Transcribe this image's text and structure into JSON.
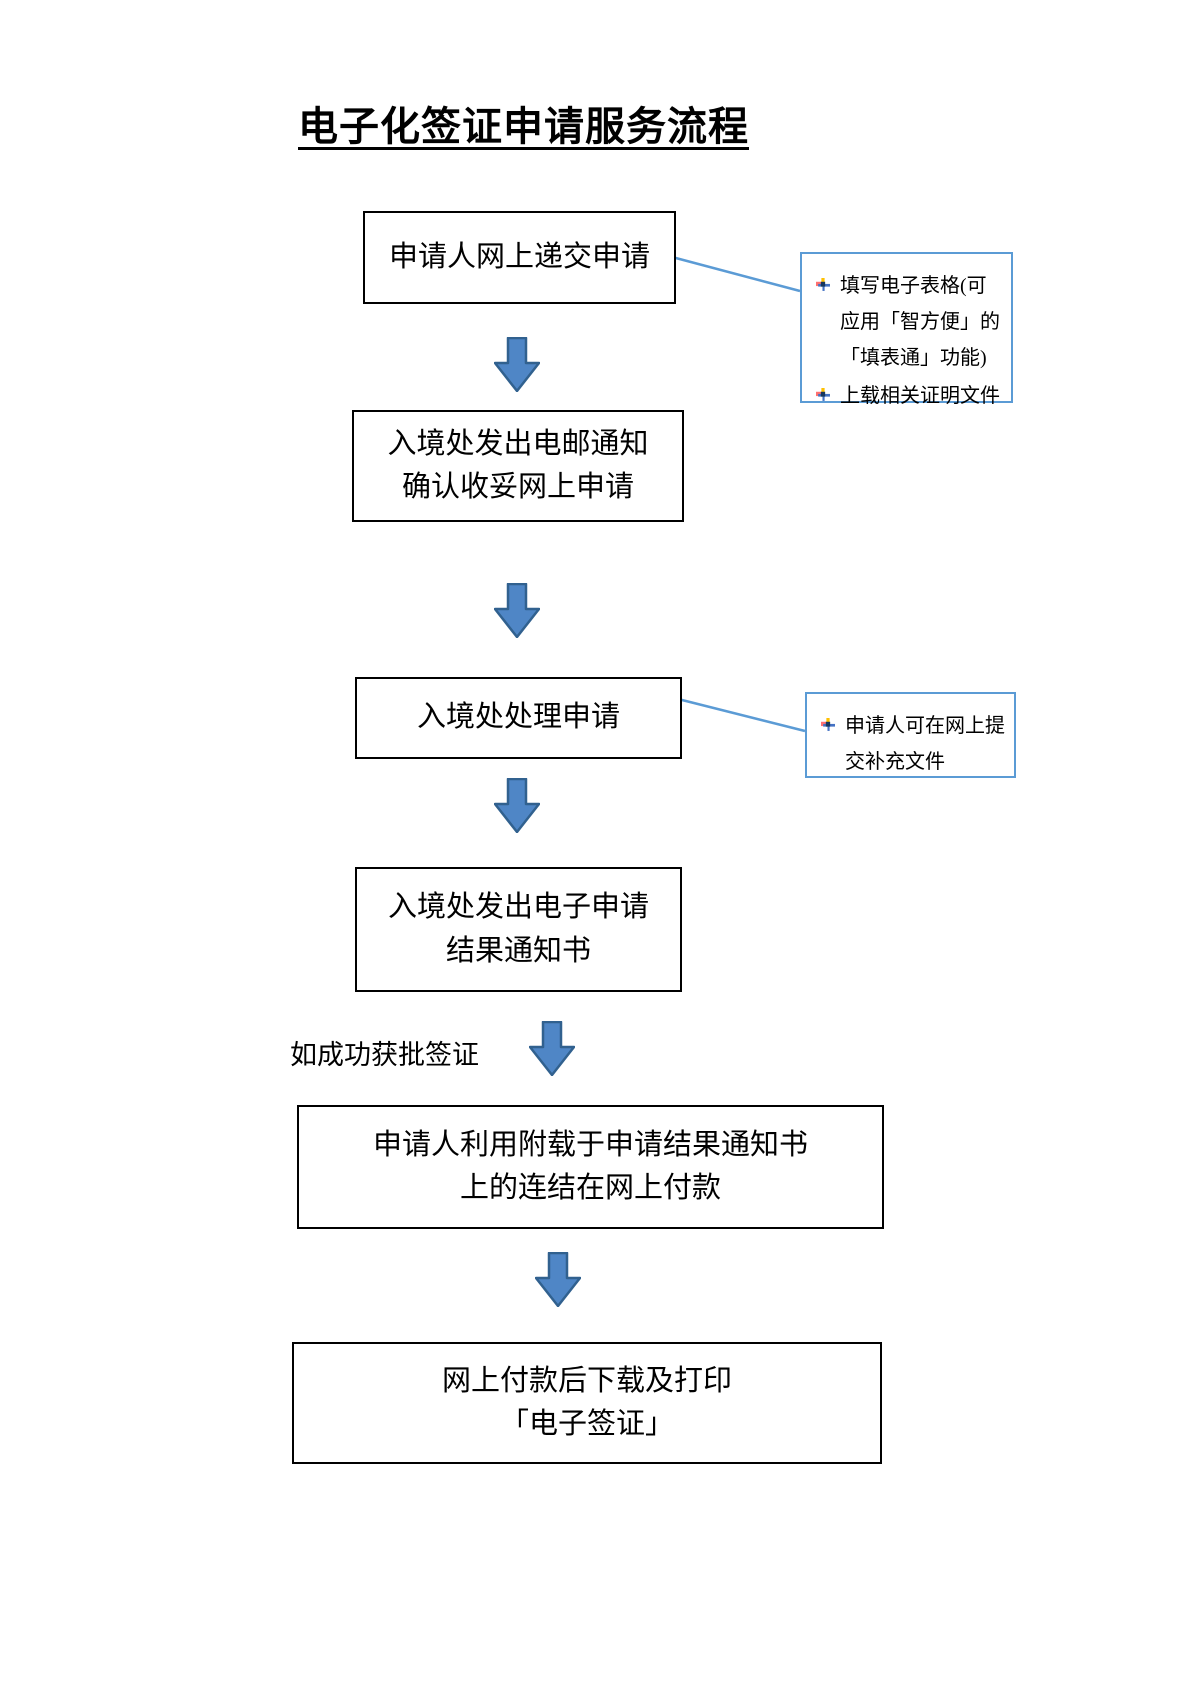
{
  "title": "电子化签证申请服务流程",
  "steps": [
    {
      "text": "申请人网上递交申请"
    },
    {
      "text": "入境处发出电邮通知\n确认收妥网上申请"
    },
    {
      "text": "入境处处理申请"
    },
    {
      "text": "入境处发出电子申请\n结果通知书"
    },
    {
      "text": "申请人利用附载于申请结果通知书\n上的连结在网上付款"
    },
    {
      "text": "网上付款后下载及打印\n「电子签证」"
    }
  ],
  "callouts": [
    {
      "items": [
        "填写电子表格(可应用「智方便」的「填表通」功能)",
        "上载相关证明文件"
      ]
    },
    {
      "items": [
        "申请人可在网上提交补充文件"
      ]
    }
  ],
  "branch_label": "如成功获批签证",
  "colors": {
    "box_border": "#000000",
    "callout_border": "#5b9bd5",
    "arrow_fill": "#4f86c6",
    "arrow_stroke": "#31618f",
    "bullet_yellow": "#ffc000",
    "bullet_red": "#ff7070",
    "bullet_blue": "#4472c4",
    "bullet_navy": "#17375e"
  }
}
